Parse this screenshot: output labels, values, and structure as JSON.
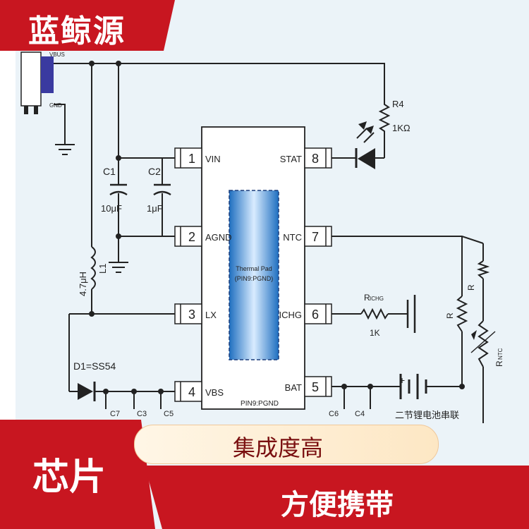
{
  "banner": {
    "brand": "蓝鲸源",
    "product": "芯片",
    "feature1": "集成度高",
    "feature2": "方便携带"
  },
  "ic": {
    "left_pins": [
      {
        "num": "1",
        "name": "VIN"
      },
      {
        "num": "2",
        "name": "AGND"
      },
      {
        "num": "3",
        "name": "LX"
      },
      {
        "num": "4",
        "name": "VBS"
      }
    ],
    "right_pins": [
      {
        "num": "8",
        "name": "STAT"
      },
      {
        "num": "7",
        "name": "NTC"
      },
      {
        "num": "6",
        "name": "ICHG"
      },
      {
        "num": "5",
        "name": "BAT"
      }
    ],
    "pad_line1": "Thermal Pad",
    "pad_line2": "(PIN9:PGND)",
    "pgnd_label": "PIN9:PGND"
  },
  "components": {
    "c1": "C1",
    "c1_val": "10μF",
    "c2": "C2",
    "c2_val": "1μF",
    "l1": "L1",
    "l1_val": "4.7μH",
    "r4": "R4",
    "r4_val": "1KΩ",
    "richg_main": "R",
    "richg_sub": "ICHG",
    "richg_val": "1K",
    "d1": "D1=SS54",
    "c7": "C7",
    "c3": "C3",
    "c5": "C5",
    "c6": "C6",
    "c4": "C4",
    "r_a": "R",
    "r_b": "R",
    "rntc": "R",
    "rntc_sub": "NTC",
    "battery_label": "二节锂电池串联",
    "usb_vbus": "VBUS",
    "usb_gnd": "GND"
  }
}
